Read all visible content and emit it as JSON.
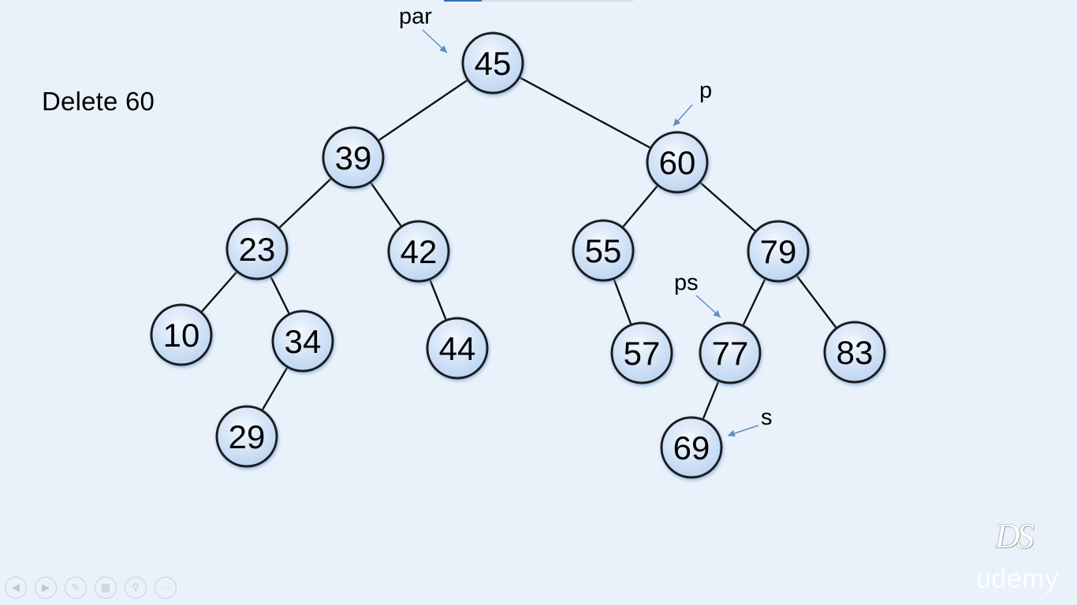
{
  "slide": {
    "title": "Delete 60",
    "watermark": "udemy",
    "logo_text": "DS"
  },
  "tree": {
    "nodes": [
      {
        "id": "n45",
        "value": "45"
      },
      {
        "id": "n39",
        "value": "39"
      },
      {
        "id": "n60",
        "value": "60"
      },
      {
        "id": "n23",
        "value": "23"
      },
      {
        "id": "n42",
        "value": "42"
      },
      {
        "id": "n55",
        "value": "55"
      },
      {
        "id": "n79",
        "value": "79"
      },
      {
        "id": "n10",
        "value": "10"
      },
      {
        "id": "n34",
        "value": "34"
      },
      {
        "id": "n44",
        "value": "44"
      },
      {
        "id": "n57",
        "value": "57"
      },
      {
        "id": "n77",
        "value": "77"
      },
      {
        "id": "n83",
        "value": "83"
      },
      {
        "id": "n29",
        "value": "29"
      },
      {
        "id": "n69",
        "value": "69"
      }
    ],
    "edges": [
      [
        "n45",
        "n39"
      ],
      [
        "n45",
        "n60"
      ],
      [
        "n39",
        "n23"
      ],
      [
        "n39",
        "n42"
      ],
      [
        "n60",
        "n55"
      ],
      [
        "n60",
        "n79"
      ],
      [
        "n23",
        "n10"
      ],
      [
        "n23",
        "n34"
      ],
      [
        "n42",
        "n44"
      ],
      [
        "n55",
        "n57"
      ],
      [
        "n79",
        "n77"
      ],
      [
        "n79",
        "n83"
      ],
      [
        "n34",
        "n29"
      ],
      [
        "n77",
        "n69"
      ]
    ],
    "pointers": [
      {
        "label": "par",
        "target": "n45"
      },
      {
        "label": "p",
        "target": "n60"
      },
      {
        "label": "ps",
        "target": "n77"
      },
      {
        "label": "s",
        "target": "n69"
      }
    ]
  },
  "colors": {
    "background": "#e9f2fb",
    "node_fill_top": "#f3f8ff",
    "node_fill_bottom": "#b9d2f0",
    "node_stroke": "#1e1e1e",
    "edge": "#111111",
    "pointer_arrow": "#5b8fc6"
  },
  "controls": [
    {
      "icon": "prev-slide-icon"
    },
    {
      "icon": "next-slide-icon"
    },
    {
      "icon": "pen-icon"
    },
    {
      "icon": "slides-grid-icon"
    },
    {
      "icon": "zoom-icon"
    },
    {
      "icon": "more-options-icon"
    }
  ]
}
